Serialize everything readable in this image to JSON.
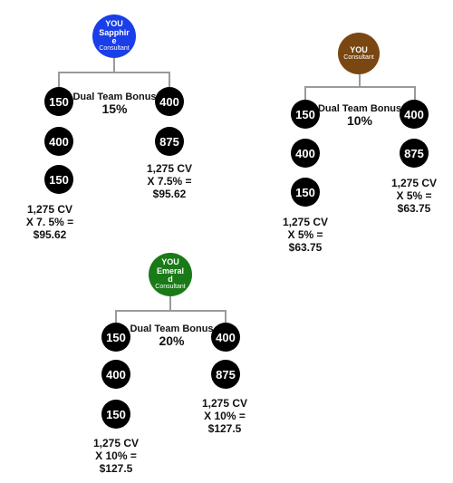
{
  "trees": [
    {
      "id": "sapphire",
      "top": {
        "you": "YOU",
        "level": "Sapphire",
        "role": "Consultant",
        "color": "#1a3fe8"
      },
      "bonus_title": "Dual Team Bonus",
      "bonus_percent": "15%",
      "left": [
        "150",
        "400",
        "150"
      ],
      "right": [
        "400",
        "875"
      ],
      "left_calc": [
        "1,275 CV",
        "X 7. 5% =",
        "$95.62"
      ],
      "right_calc": [
        "1,275 CV",
        "X  7.5% =",
        "$95.62"
      ]
    },
    {
      "id": "plain",
      "top": {
        "you": "YOU",
        "level": "",
        "role": "Consultant",
        "color": "#7a4611"
      },
      "bonus_title": "Dual Team Bonus",
      "bonus_percent": "10%",
      "left": [
        "150",
        "400",
        "150"
      ],
      "right": [
        "400",
        "875"
      ],
      "left_calc": [
        "1,275 CV",
        "X  5% =",
        "$63.75"
      ],
      "right_calc": [
        "1,275 CV",
        "X  5% =",
        "$63.75"
      ]
    },
    {
      "id": "emerald",
      "top": {
        "you": "YOU",
        "level": "Emerald",
        "role": "Consultant",
        "color": "#1a7a17"
      },
      "bonus_title": "Dual Team Bonus",
      "bonus_percent": "20%",
      "left": [
        "150",
        "400",
        "150"
      ],
      "right": [
        "400",
        "875"
      ],
      "left_calc": [
        "1,275 CV",
        "X  10% =",
        "$127.5"
      ],
      "right_calc": [
        "1,275 CV",
        "X  10% =",
        "$127.5"
      ]
    }
  ]
}
